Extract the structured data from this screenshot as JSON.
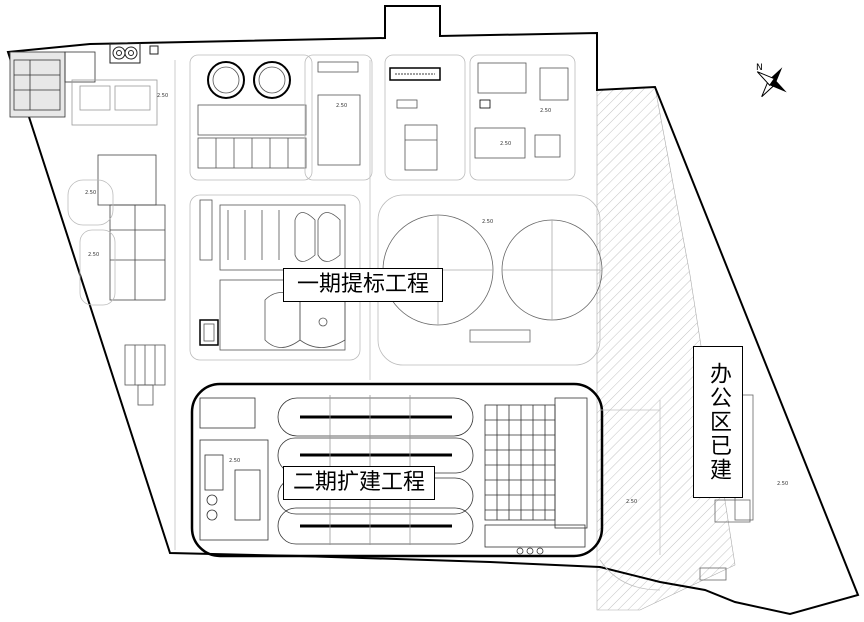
{
  "labels": {
    "phase1": "一期提标工程",
    "phase2": "二期扩建工程",
    "office": "办公区已建"
  },
  "north_arrow": {
    "letter": "N"
  },
  "elevations": [
    "2.50",
    "2.50",
    "2.50",
    "2.50",
    "2.50",
    "2.50",
    "2.50",
    "2.50",
    "2.50",
    "2.50"
  ],
  "colors": {
    "line": "#000000",
    "light_line": "#9a9a9a",
    "hatch": "#b8b8b8"
  }
}
